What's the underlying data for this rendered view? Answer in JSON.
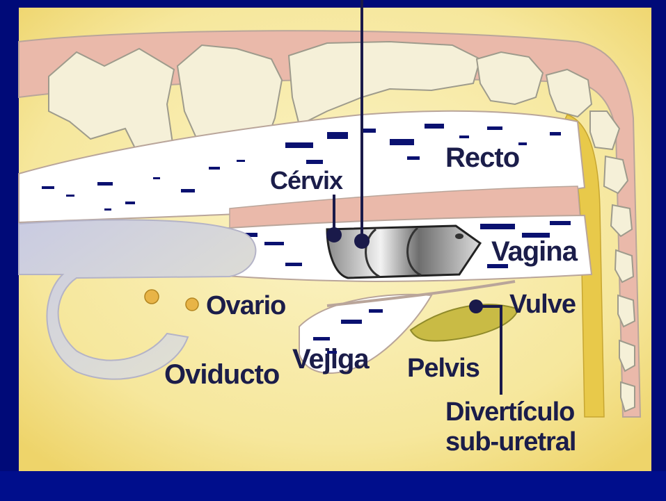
{
  "labels": {
    "cervix": "Cérvix",
    "recto": "Recto",
    "vagina": "Vagina",
    "ovario": "Ovario",
    "vulve": "Vulve",
    "oviducto": "Oviducto",
    "vejiga": "Vejiga",
    "pelvis": "Pelvis",
    "diverticulo_line1": "Divertículo",
    "diverticulo_line2": "sub-uretral"
  },
  "colors": {
    "frame": "#000a78",
    "background": "#f6eaa6",
    "bone": "#f5f0d8",
    "tissue_pink": "#eab9aa",
    "organ_outline": "#b9a59a",
    "label_text": "#1b1d4a",
    "pointer": "#1a1a4a"
  }
}
